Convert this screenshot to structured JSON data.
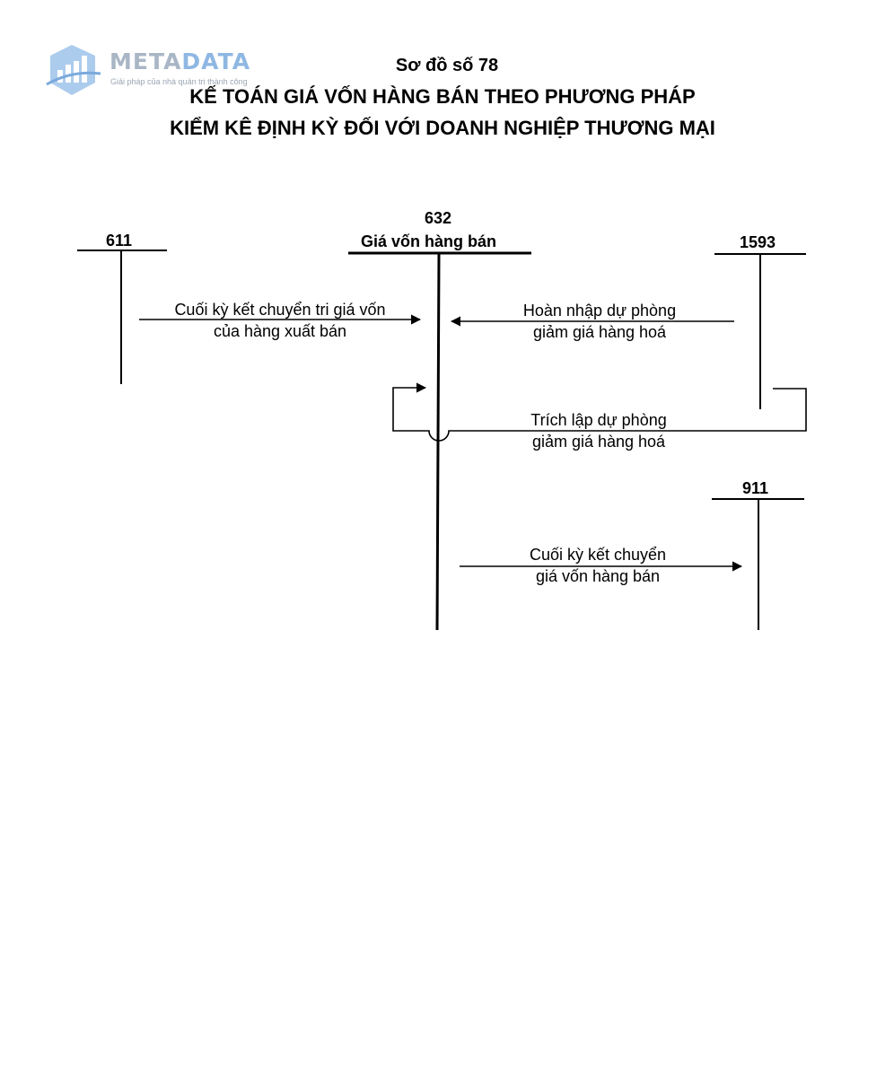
{
  "logo": {
    "brand_part1": "META",
    "brand_part2": "DATA",
    "tagline": "Giải pháp của nhà quản trị thành công"
  },
  "title": {
    "sub": "Sơ đồ số 78",
    "line1": "KẾ TOÁN GIÁ VỐN HÀNG BÁN THEO PHƯƠNG PHÁP",
    "line2": "KIỂM KÊ ĐỊNH KỲ ĐỐI VỚI DOANH NGHIỆP THƯƠNG MẠI"
  },
  "accounts": {
    "a611": "611",
    "a632_code": "632",
    "a632_name": "Giá vốn hàng bán",
    "a1593": "1593",
    "a911": "911"
  },
  "flows": {
    "f1_line1": "Cuối kỳ kết chuyển tri giá vốn",
    "f1_line2": "của hàng xuất bán",
    "f2_line1": "Hoàn nhập dự phòng",
    "f2_line2": "giảm giá hàng hoá",
    "f3_line1": "Trích lập dự phòng",
    "f3_line2": "giảm giá hàng hoá",
    "f4_line1": "Cuối kỳ kết chuyển",
    "f4_line2": "giá vốn hàng bán"
  }
}
